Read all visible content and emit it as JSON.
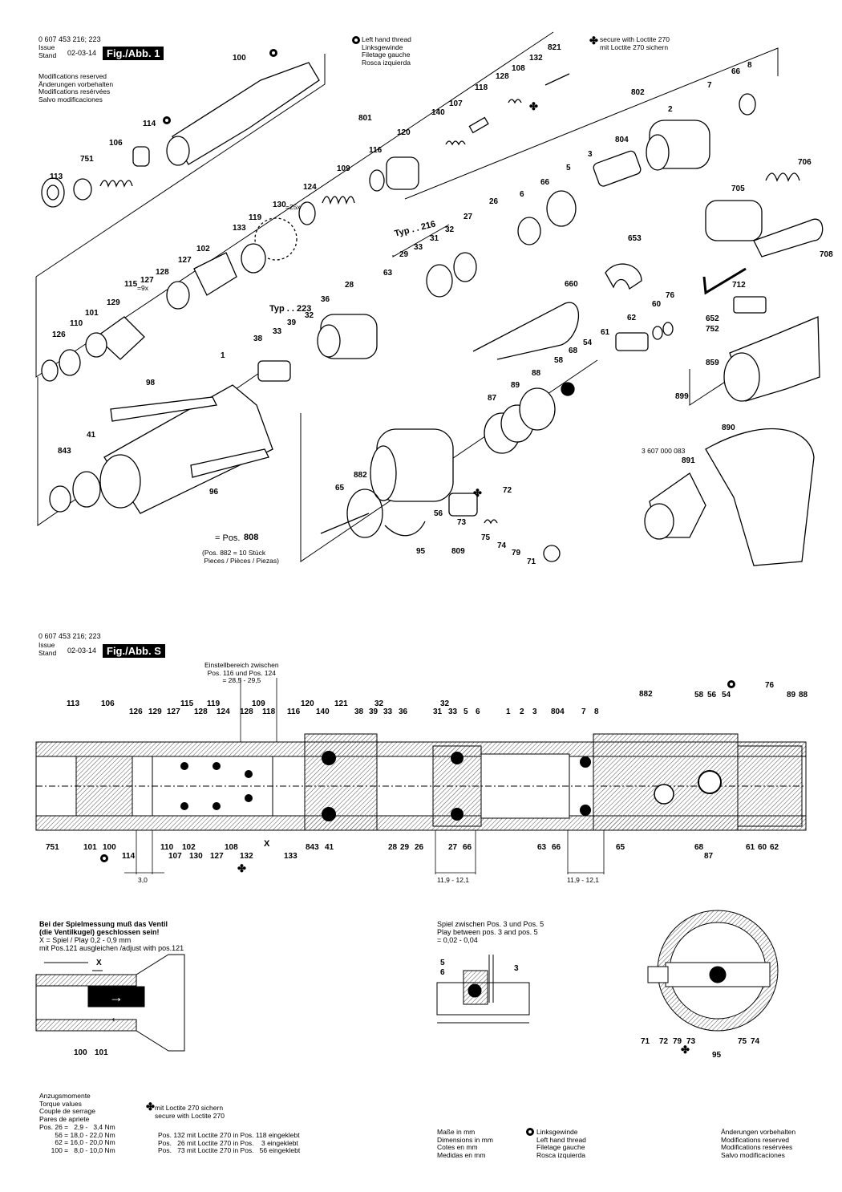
{
  "fig1": {
    "part_number": "0 607 453 216; 223",
    "issue_label": "Issue\nStand",
    "issue_date": "02-03-14",
    "fig_label": "Fig./Abb. 1",
    "modifications": "Modifications reserved\nÄnderungen vorbehalten\nModifications resérvées\nSalvo modificaciones",
    "left_hand_thread": "Left hand thread\nLinksgewinde\nFiletage gauche\nRosca izquierda",
    "loctite_note": "secure with Loctite 270\nmit Loctite 270 sichern",
    "typ_216": "Typ . . 216",
    "typ_223": "Typ . . 223",
    "pos_808": "= Pos.",
    "pos_808_num": "808",
    "pieces_note": "(Pos. 882 = 10 Stück\n Pieces / Pièces / Piezas)",
    "part_3607": "3 607 000 083",
    "q130": "=25x",
    "q127": "=9x"
  },
  "figS": {
    "part_number": "0 607 453 216; 223",
    "issue_label": "Issue\nStand",
    "issue_date": "02-03-14",
    "fig_label": "Fig./Abb. S",
    "einstell": "Einstellbereich zwischen\nPos. 116 und Pos. 124\n= 28,5 - 29,5",
    "dim_30": "3,0",
    "dim_119a": "11,9 - 12,1",
    "dim_119b": "11,9 - 12,1",
    "x_label": "X"
  },
  "notes": {
    "spiel_title": "Bei der Spielmessung muß das Ventil\n(die Ventilkugel) geschlossen sein!",
    "spiel_x": "X = Spiel / Play 0,2 - 0,9 mm\nmit Pos.121 ausgleichen /adjust with pos.121",
    "spiel35": "Spiel zwischen Pos. 3 und Pos. 5\nPlay between pos. 3 and pos. 5\n= 0,02 - 0,04",
    "torque_head": "Anzugsmomente\nTorque values\nCouple de serrage\nPares de apriete",
    "torque_values": "Pos. 26 =   2,9 -   3,4 Nm\n56 = 18,0 - 22,0 Nm\n62 = 16,0 - 20,0 Nm\n100 =   8,0 - 10,0 Nm",
    "loctite_bottom": "mit Loctite 270 sichern\nsecure with Loctite 270",
    "pos_glue": "Pos. 132 mit Loctite 270 in Pos. 118 eingeklebt\nPos.   26 mit Loctite 270 in Pos.    3 eingeklebt\nPos.   73 mit Loctite 270 in Pos.   56 eingeklebt",
    "measures": "Maße in mm\nDimensions in mm\nCotes en mm\nMedidas en mm",
    "lh_bottom": "Linksgewinde\nLeft hand thread\nFiletage gauche\nRosca izquierda",
    "mods_bottom": "Änderungen vorbehalten\nModifications reserved\nModifications resérvées\nSalvo modificaciones"
  },
  "callouts_fig1": [
    [
      "100",
      290,
      75
    ],
    [
      "821",
      683,
      62
    ],
    [
      "132",
      660,
      75
    ],
    [
      "108",
      638,
      88
    ],
    [
      "128",
      618,
      98
    ],
    [
      "118",
      592,
      112
    ],
    [
      "107",
      560,
      132
    ],
    [
      "140",
      538,
      143
    ],
    [
      "801",
      447,
      150
    ],
    [
      "120",
      495,
      168
    ],
    [
      "116",
      460,
      190
    ],
    [
      "109",
      420,
      213
    ],
    [
      "124",
      378,
      236
    ],
    [
      "130",
      340,
      258
    ],
    [
      "119",
      310,
      274
    ],
    [
      "133",
      290,
      287
    ],
    [
      "102",
      245,
      313
    ],
    [
      "127",
      222,
      327
    ],
    [
      "128",
      194,
      342
    ],
    [
      "127",
      175,
      352
    ],
    [
      "115",
      155,
      357
    ],
    [
      "129",
      133,
      380
    ],
    [
      "101",
      106,
      393
    ],
    [
      "110",
      87,
      406
    ],
    [
      "126",
      65,
      420
    ],
    [
      "114",
      178,
      157
    ],
    [
      "106",
      136,
      181
    ],
    [
      "751",
      100,
      201
    ],
    [
      "113",
      62,
      223
    ],
    [
      "802",
      787,
      118
    ],
    [
      "2",
      833,
      139
    ],
    [
      "7",
      882,
      109
    ],
    [
      "66",
      912,
      92
    ],
    [
      "8",
      932,
      84
    ],
    [
      "804",
      767,
      177
    ],
    [
      "3",
      733,
      195
    ],
    [
      "5",
      706,
      212
    ],
    [
      "66",
      674,
      230
    ],
    [
      "6",
      648,
      245
    ],
    [
      "26",
      610,
      254
    ],
    [
      "27",
      578,
      273
    ],
    [
      "32",
      555,
      289
    ],
    [
      "31",
      536,
      300
    ],
    [
      "33",
      516,
      311
    ],
    [
      "29",
      498,
      320
    ],
    [
      "63",
      478,
      343
    ],
    [
      "28",
      430,
      358
    ],
    [
      "36",
      400,
      376
    ],
    [
      "32",
      380,
      396
    ],
    [
      "39",
      358,
      405
    ],
    [
      "33",
      340,
      416
    ],
    [
      "38",
      316,
      425
    ],
    [
      "706",
      995,
      205
    ],
    [
      "705",
      912,
      238
    ],
    [
      "708",
      1022,
      320
    ],
    [
      "653",
      783,
      300
    ],
    [
      "712",
      913,
      358
    ],
    [
      "660",
      704,
      357
    ],
    [
      "76",
      830,
      371
    ],
    [
      "60",
      813,
      382
    ],
    [
      "652",
      880,
      400
    ],
    [
      "752",
      880,
      413
    ],
    [
      "62",
      782,
      399
    ],
    [
      "61",
      749,
      417
    ],
    [
      "54",
      727,
      430
    ],
    [
      "68",
      709,
      440
    ],
    [
      "58",
      691,
      452
    ],
    [
      "88",
      663,
      468
    ],
    [
      "89",
      637,
      483
    ],
    [
      "87",
      608,
      499
    ],
    [
      "859",
      880,
      455
    ],
    [
      "899",
      842,
      497
    ],
    [
      "1",
      275,
      446
    ],
    [
      "98",
      182,
      480
    ],
    [
      "41",
      108,
      545
    ],
    [
      "843",
      72,
      565
    ],
    [
      "882",
      441,
      595
    ],
    [
      "65",
      418,
      611
    ],
    [
      "96",
      261,
      616
    ],
    [
      "72",
      627,
      614
    ],
    [
      "56",
      541,
      643
    ],
    [
      "73",
      570,
      654
    ],
    [
      "75",
      600,
      673
    ],
    [
      "74",
      620,
      683
    ],
    [
      "79",
      638,
      692
    ],
    [
      "71",
      657,
      703
    ],
    [
      "95",
      519,
      690
    ],
    [
      "809",
      563,
      690
    ],
    [
      "890",
      900,
      536
    ],
    [
      "891",
      850,
      577
    ]
  ],
  "callouts_figS_top": [
    [
      "113",
      83,
      880
    ],
    [
      "106",
      126,
      880
    ],
    [
      "126",
      161,
      890
    ],
    [
      "129",
      185,
      890
    ],
    [
      "127",
      208,
      890
    ],
    [
      "115",
      225,
      880
    ],
    [
      "128",
      242,
      890
    ],
    [
      "119",
      258,
      880
    ],
    [
      "124",
      270,
      890
    ],
    [
      "109",
      314,
      880
    ],
    [
      "128",
      299,
      890
    ],
    [
      "118",
      327,
      890
    ],
    [
      "120",
      375,
      880
    ],
    [
      "116",
      358,
      890
    ],
    [
      "140",
      394,
      890
    ],
    [
      "121",
      417,
      880
    ],
    [
      "38",
      442,
      890
    ],
    [
      "39",
      460,
      890
    ],
    [
      "33",
      478,
      890
    ],
    [
      "36",
      497,
      890
    ],
    [
      "32",
      467,
      880
    ],
    [
      "32",
      549,
      880
    ],
    [
      "31",
      540,
      890
    ],
    [
      "33",
      559,
      890
    ],
    [
      "5",
      578,
      890
    ],
    [
      "6",
      593,
      890
    ],
    [
      "1",
      631,
      890
    ],
    [
      "2",
      648,
      890
    ],
    [
      "3",
      664,
      890
    ],
    [
      "804",
      687,
      890
    ],
    [
      "7",
      725,
      890
    ],
    [
      "8",
      741,
      890
    ],
    [
      "882",
      797,
      868
    ],
    [
      "58",
      866,
      869
    ],
    [
      "56",
      882,
      869
    ],
    [
      "54",
      900,
      869
    ],
    [
      "76",
      954,
      857
    ],
    [
      "89",
      981,
      869
    ],
    [
      "88",
      996,
      869
    ]
  ],
  "callouts_figS_bottom": [
    [
      "751",
      57,
      1059
    ],
    [
      "101",
      104,
      1059
    ],
    [
      "100",
      128,
      1059
    ],
    [
      "114",
      152,
      1070
    ],
    [
      "110",
      200,
      1059
    ],
    [
      "102",
      227,
      1059
    ],
    [
      "107",
      210,
      1070
    ],
    [
      "130",
      236,
      1070
    ],
    [
      "127",
      262,
      1070
    ],
    [
      "108",
      280,
      1059
    ],
    [
      "132",
      299,
      1070
    ],
    [
      "133",
      354,
      1070
    ],
    [
      "843",
      381,
      1059
    ],
    [
      "41",
      405,
      1059
    ],
    [
      "28",
      484,
      1059
    ],
    [
      "29",
      499,
      1059
    ],
    [
      "26",
      517,
      1059
    ],
    [
      "27",
      559,
      1059
    ],
    [
      "66",
      577,
      1059
    ],
    [
      "63",
      670,
      1059
    ],
    [
      "66",
      688,
      1059
    ],
    [
      "65",
      768,
      1059
    ],
    [
      "68",
      866,
      1059
    ],
    [
      "87",
      878,
      1070
    ],
    [
      "61",
      930,
      1059
    ],
    [
      "60",
      945,
      1059
    ],
    [
      "62",
      960,
      1059
    ]
  ],
  "callouts_small": [
    [
      "X",
      120,
      1203
    ],
    [
      "100",
      92,
      1315
    ],
    [
      "101",
      118,
      1315
    ],
    [
      "5",
      549,
      1203
    ],
    [
      "6",
      549,
      1215
    ],
    [
      "3",
      641,
      1210
    ],
    [
      "71",
      799,
      1301
    ],
    [
      "72",
      822,
      1301
    ],
    [
      "79",
      839,
      1301
    ],
    [
      "73",
      856,
      1301
    ],
    [
      "95",
      888,
      1318
    ],
    [
      "75",
      920,
      1301
    ],
    [
      "74",
      936,
      1301
    ]
  ],
  "colors": {
    "ink": "#000000",
    "paper": "#ffffff",
    "hatch": "#555555"
  }
}
